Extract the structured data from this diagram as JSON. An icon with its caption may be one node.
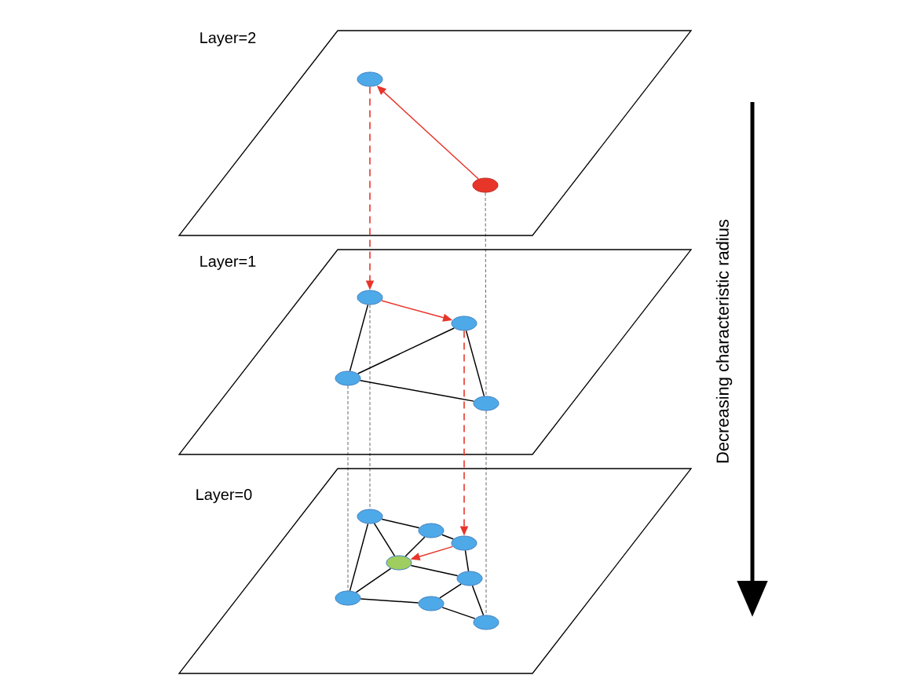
{
  "diagram": {
    "nodes": [
      {
        "text": [
          "Layer=2"
        ]
      },
      {
        "text": [],
        "shape": "ellipse",
        "in": 0
      },
      {
        "text": [],
        "shape": "ellipse",
        "in": 0
      },
      {
        "text": [
          "Layer=1"
        ]
      },
      {
        "text": [],
        "shape": "ellipse",
        "in": 3
      },
      {
        "text": [],
        "shape": "ellipse",
        "in": 3
      },
      {
        "text": [],
        "shape": "ellipse",
        "in": 3
      },
      {
        "text": [],
        "shape": "ellipse",
        "in": 3
      },
      {
        "text": [
          "Layer=0"
        ]
      },
      {
        "text": [],
        "shape": "ellipse",
        "in": 8
      },
      {
        "text": [],
        "shape": "ellipse",
        "in": 8
      },
      {
        "text": [],
        "shape": "ellipse",
        "in": 8
      },
      {
        "text": [],
        "shape": "ellipse",
        "in": 8
      },
      {
        "text": [],
        "shape": "ellipse",
        "in": 8
      },
      {
        "text": [],
        "shape": "ellipse",
        "in": 8
      },
      {
        "text": [],
        "shape": "ellipse",
        "in": 8
      },
      {
        "text": [],
        "shape": "ellipse",
        "in": 8
      }
    ],
    "edges": [
      {
        "from": 2,
        "to": 1,
        "arrow": "to",
        "color": "#e8352a"
      },
      {
        "from": 1,
        "to": 4,
        "arrow": "to",
        "style": "dashed",
        "color": "#e8352a"
      },
      {
        "from": 2,
        "to": 7,
        "arrow": "none",
        "style": "dashed"
      },
      {
        "from": 4,
        "to": 5,
        "arrow": "to",
        "color": "#e8352a"
      },
      {
        "from": 4,
        "to": 6,
        "arrow": "none"
      },
      {
        "from": 6,
        "to": 5,
        "arrow": "none"
      },
      {
        "from": 5,
        "to": 7,
        "arrow": "none"
      },
      {
        "from": 6,
        "to": 7,
        "arrow": "none"
      },
      {
        "from": 5,
        "to": 11,
        "arrow": "to",
        "style": "dashed",
        "color": "#e8352a"
      },
      {
        "from": 6,
        "to": 14,
        "arrow": "none",
        "style": "dashed"
      },
      {
        "from": 4,
        "to": 9,
        "arrow": "none",
        "style": "dashed"
      },
      {
        "from": 7,
        "to": 16,
        "arrow": "none",
        "style": "dashed"
      },
      {
        "from": 9,
        "to": 10,
        "arrow": "none"
      },
      {
        "from": 9,
        "to": 12,
        "arrow": "none"
      },
      {
        "from": 9,
        "to": 14,
        "arrow": "none"
      },
      {
        "from": 10,
        "to": 11,
        "arrow": "none"
      },
      {
        "from": 10,
        "to": 12,
        "arrow": "none"
      },
      {
        "from": 11,
        "to": 12,
        "arrow": "to",
        "color": "#e8352a"
      },
      {
        "from": 11,
        "to": 13,
        "arrow": "none"
      },
      {
        "from": 12,
        "to": 13,
        "arrow": "none"
      },
      {
        "from": 12,
        "to": 14,
        "arrow": "none"
      },
      {
        "from": 13,
        "to": 15,
        "arrow": "none"
      },
      {
        "from": 13,
        "to": 16,
        "arrow": "none"
      },
      {
        "from": 14,
        "to": 15,
        "arrow": "none"
      },
      {
        "from": 15,
        "to": 16,
        "arrow": "none"
      }
    ],
    "labels": [
      "Decreasing characteristic radius"
    ]
  }
}
